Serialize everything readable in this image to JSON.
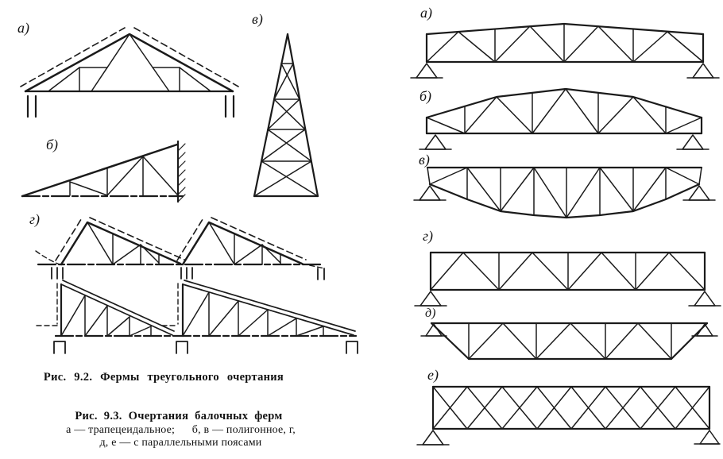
{
  "page": {
    "paper_color": "#ffffff",
    "ink_color": "#1b1b1b"
  },
  "figure_9_2": {
    "caption": "Рис. 9.2. Фермы треугольного очертания",
    "labels": {
      "a": "а)",
      "b": "б)",
      "v": "в)",
      "g": "г)"
    }
  },
  "figure_9_3": {
    "caption": "Рис. 9.3. Очертания балочных ферм",
    "subcaption_line1": "а — трапецеидальное;   б, в — полигонное, г,",
    "subcaption_line2": "д, е — с параллельными поясами",
    "labels": {
      "a": "а)",
      "b": "б)",
      "v": "в)",
      "g": "г)",
      "d": "д)",
      "e": "е)"
    }
  }
}
